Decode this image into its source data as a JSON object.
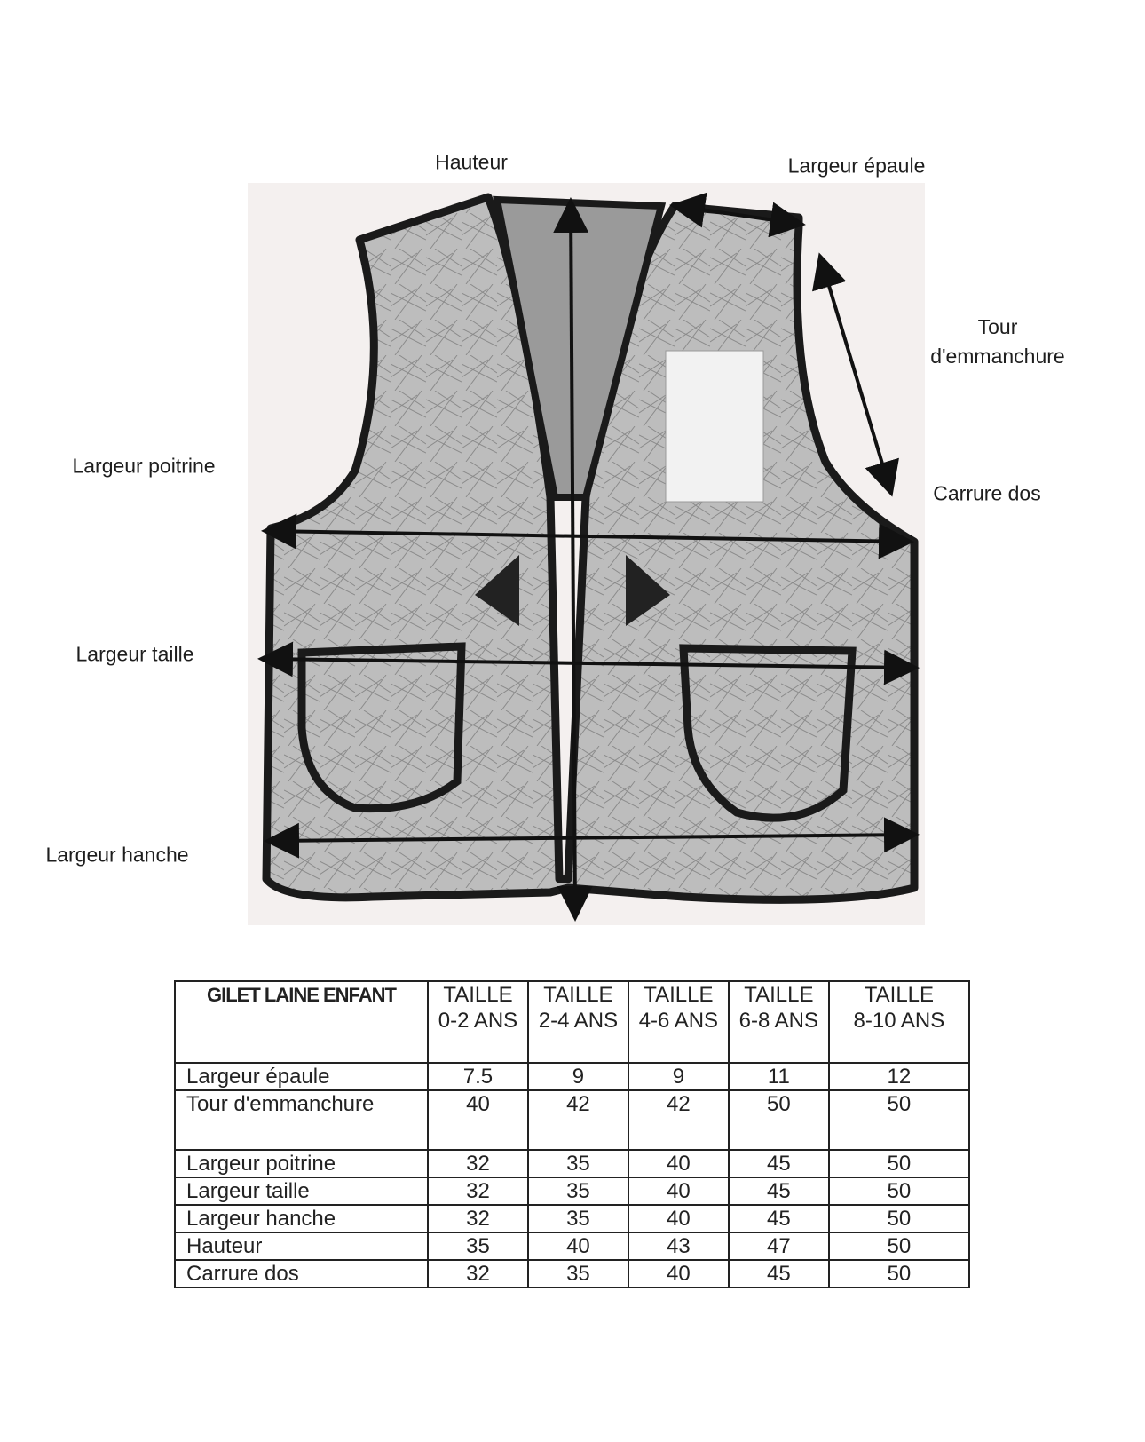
{
  "diagram_labels": {
    "hauteur": "Hauteur",
    "largeur_epaule": "Largeur épaule",
    "tour_emmanchure_1": "Tour",
    "tour_emmanchure_2": "d'emmanchure",
    "carrure_dos": "Carrure dos",
    "largeur_poitrine": "Largeur poitrine",
    "largeur_taille": "Largeur taille",
    "largeur_hanche": "Largeur hanche"
  },
  "table": {
    "title": "GILET LAINE ENFANT",
    "headers": [
      {
        "l1": "TAILLE",
        "l2": "0-2 ANS"
      },
      {
        "l1": "TAILLE",
        "l2": "2-4 ANS"
      },
      {
        "l1": "TAILLE",
        "l2": "4-6 ANS"
      },
      {
        "l1": "TAILLE",
        "l2": "6-8 ANS"
      },
      {
        "l1": "TAILLE",
        "l2": "8-10 ANS"
      }
    ],
    "rows": [
      {
        "label": "Largeur épaule",
        "values": [
          "7.5",
          "9",
          "9",
          "11",
          "12"
        ]
      },
      {
        "label": "Tour d'emmanchure",
        "values": [
          "40",
          "42",
          "42",
          "50",
          "50"
        ]
      },
      {
        "label": "Largeur poitrine",
        "values": [
          "32",
          "35",
          "40",
          "45",
          "50"
        ]
      },
      {
        "label": "Largeur taille",
        "values": [
          "32",
          "35",
          "40",
          "45",
          "50"
        ]
      },
      {
        "label": "Largeur hanche",
        "values": [
          "32",
          "35",
          "40",
          "45",
          "50"
        ]
      },
      {
        "label": "Hauteur",
        "values": [
          "35",
          "40",
          "43",
          "47",
          "50"
        ]
      },
      {
        "label": "Carrure dos",
        "values": [
          "32",
          "35",
          "40",
          "45",
          "50"
        ]
      }
    ]
  }
}
